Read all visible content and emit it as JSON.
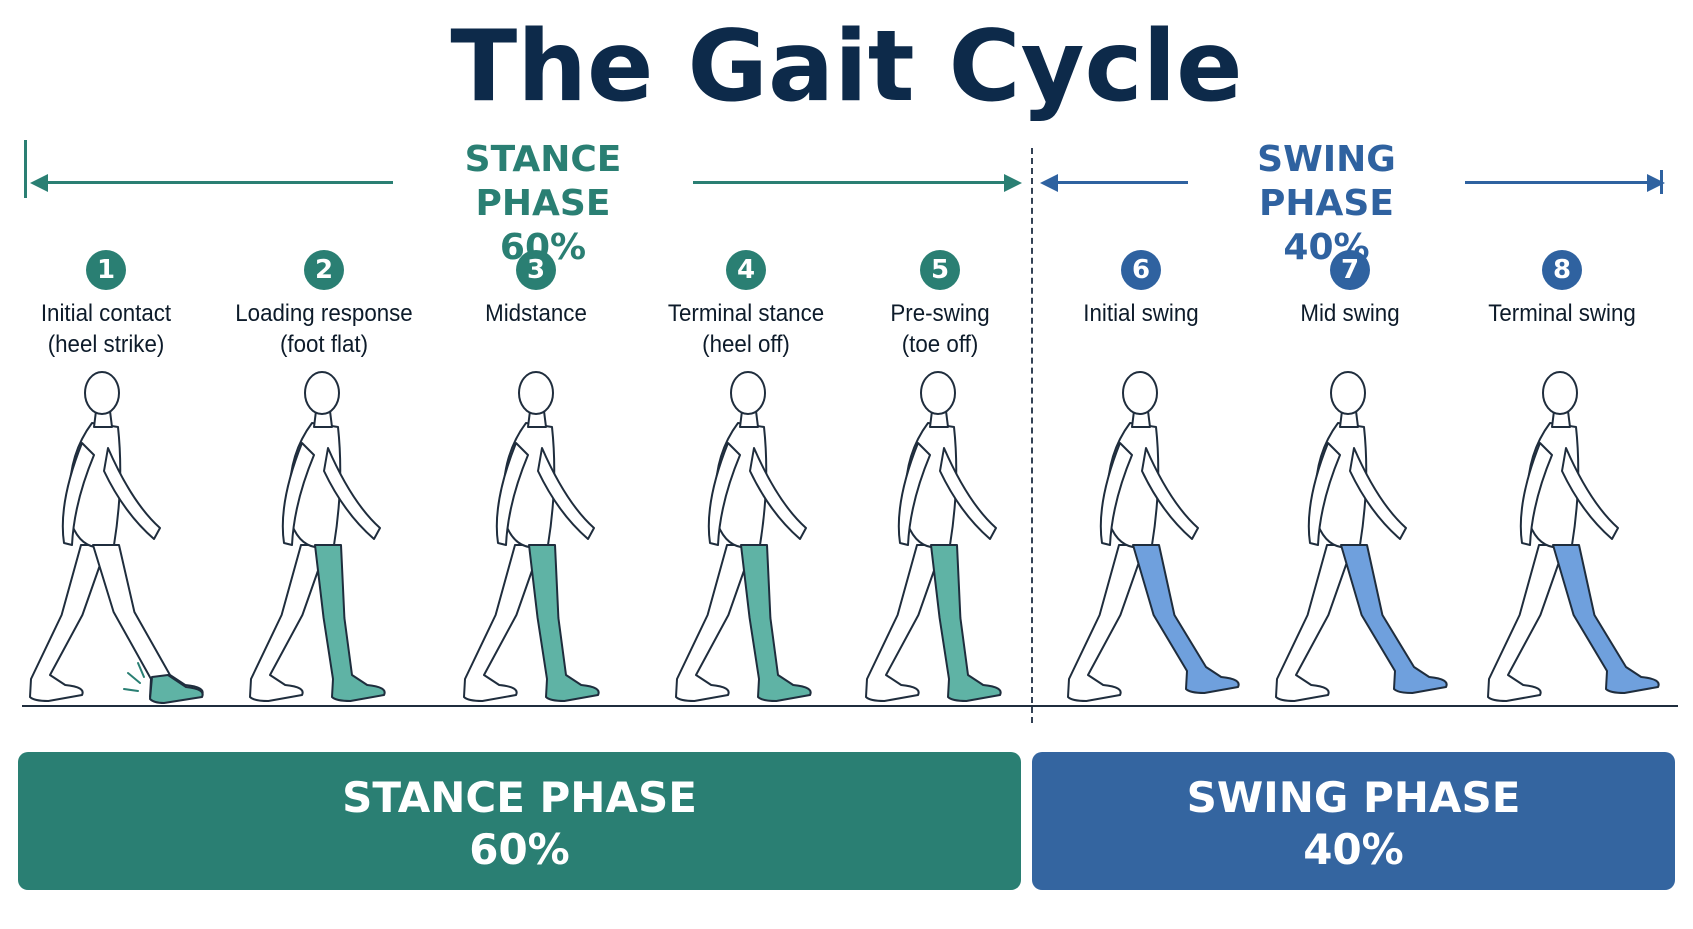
{
  "title": "The Gait Cycle",
  "stance_header": {
    "name": "STANCE PHASE",
    "percent": "60%"
  },
  "swing_header": {
    "name": "SWING PHASE",
    "percent": "40%"
  },
  "steps": [
    {
      "number": "1",
      "label": "Initial contact\n(heel strike)",
      "phase": "stance"
    },
    {
      "number": "2",
      "label": "Loading response\n(foot flat)",
      "phase": "stance"
    },
    {
      "number": "3",
      "label": "Midstance",
      "phase": "stance"
    },
    {
      "number": "4",
      "label": "Terminal stance\n(heel off)",
      "phase": "stance"
    },
    {
      "number": "5",
      "label": "Pre-swing\n(toe off)",
      "phase": "stance"
    },
    {
      "number": "6",
      "label": "Initial swing",
      "phase": "swing"
    },
    {
      "number": "7",
      "label": "Mid swing",
      "phase": "swing"
    },
    {
      "number": "8",
      "label": "Terminal swing",
      "phase": "swing"
    }
  ],
  "stance_box": {
    "name": "STANCE PHASE",
    "percent": "60%"
  },
  "swing_box": {
    "name": "SWING PHASE",
    "percent": "40%"
  },
  "colors": {
    "stance": "#2a7f73",
    "swing": "#2f62a0",
    "stance_leg": "#5fb3a5",
    "swing_leg": "#6fa0dd",
    "outline": "#1f2d3d",
    "title": "#0d2a4a"
  }
}
